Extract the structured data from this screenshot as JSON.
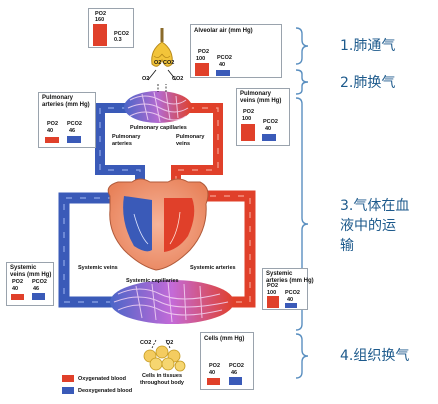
{
  "alveolar_card": {
    "title": "Alveolar air (mm Hg)",
    "po2_label": "PO2",
    "po2": "100",
    "pco2_label": "PCO2",
    "pco2": "40"
  },
  "atmosphere_card": {
    "po2_label": "PO2",
    "po2": "160",
    "pco2_label": "PCO2",
    "pco2": "0.3"
  },
  "pulm_artery_card": {
    "title": "Pulmonary\narteries (mm Hg)",
    "po2_label": "PO2",
    "po2": "40",
    "pco2_label": "PCO2",
    "pco2": "46"
  },
  "pulm_vein_card": {
    "title": "Pulmonary\nveins (mm Hg)",
    "po2_label": "PO2",
    "po2": "100",
    "pco2_label": "PCO2",
    "pco2": "40"
  },
  "sys_vein_card": {
    "title": "Systemic\nveins (mm Hg)",
    "po2_label": "PO2",
    "po2": "40",
    "pco2_label": "PCO2",
    "pco2": "46"
  },
  "sys_artery_card": {
    "title": "Systemic\narteries (mm Hg)",
    "po2_label": "PO2",
    "po2": "100",
    "pco2_label": "PCO2",
    "pco2": "40"
  },
  "cells_card": {
    "title": "Cells (mm Hg)",
    "po2_label": "PO2",
    "po2": "40",
    "pco2_label": "PCO2",
    "pco2": "46"
  },
  "labels": {
    "pulmonary_capillaries": "Pulmonary capillaries",
    "pulmonary_arteries": "Pulmonary\narteries",
    "pulmonary_veins": "Pulmonary\nveins",
    "systemic_veins": "Systemic veins",
    "systemic_arteries": "Systemic arteries",
    "systemic_capillaries": "Systemic capillaries",
    "cells_in_tissues": "Cells in tissues\nthroughout body",
    "o2_top": "O2",
    "co2_top": "CO2",
    "o2_bottom": "O2",
    "co2_bottom": "CO2",
    "o2_lung": "O2",
    "co2_lung": "CO2"
  },
  "legend": {
    "oxygenated": "Oxygenated blood",
    "deoxygenated": "Deoxygenated blood"
  },
  "stages": [
    {
      "label": "1.肺通气"
    },
    {
      "label": "2.肺换气"
    },
    {
      "label": "3.气体在血\n液中的运\n输"
    },
    {
      "label": "4.组织换气"
    }
  ],
  "colors": {
    "oxygenated": "#e0402a",
    "deoxygenated": "#3a5ab8",
    "stage_text": "#1d5a8c"
  }
}
